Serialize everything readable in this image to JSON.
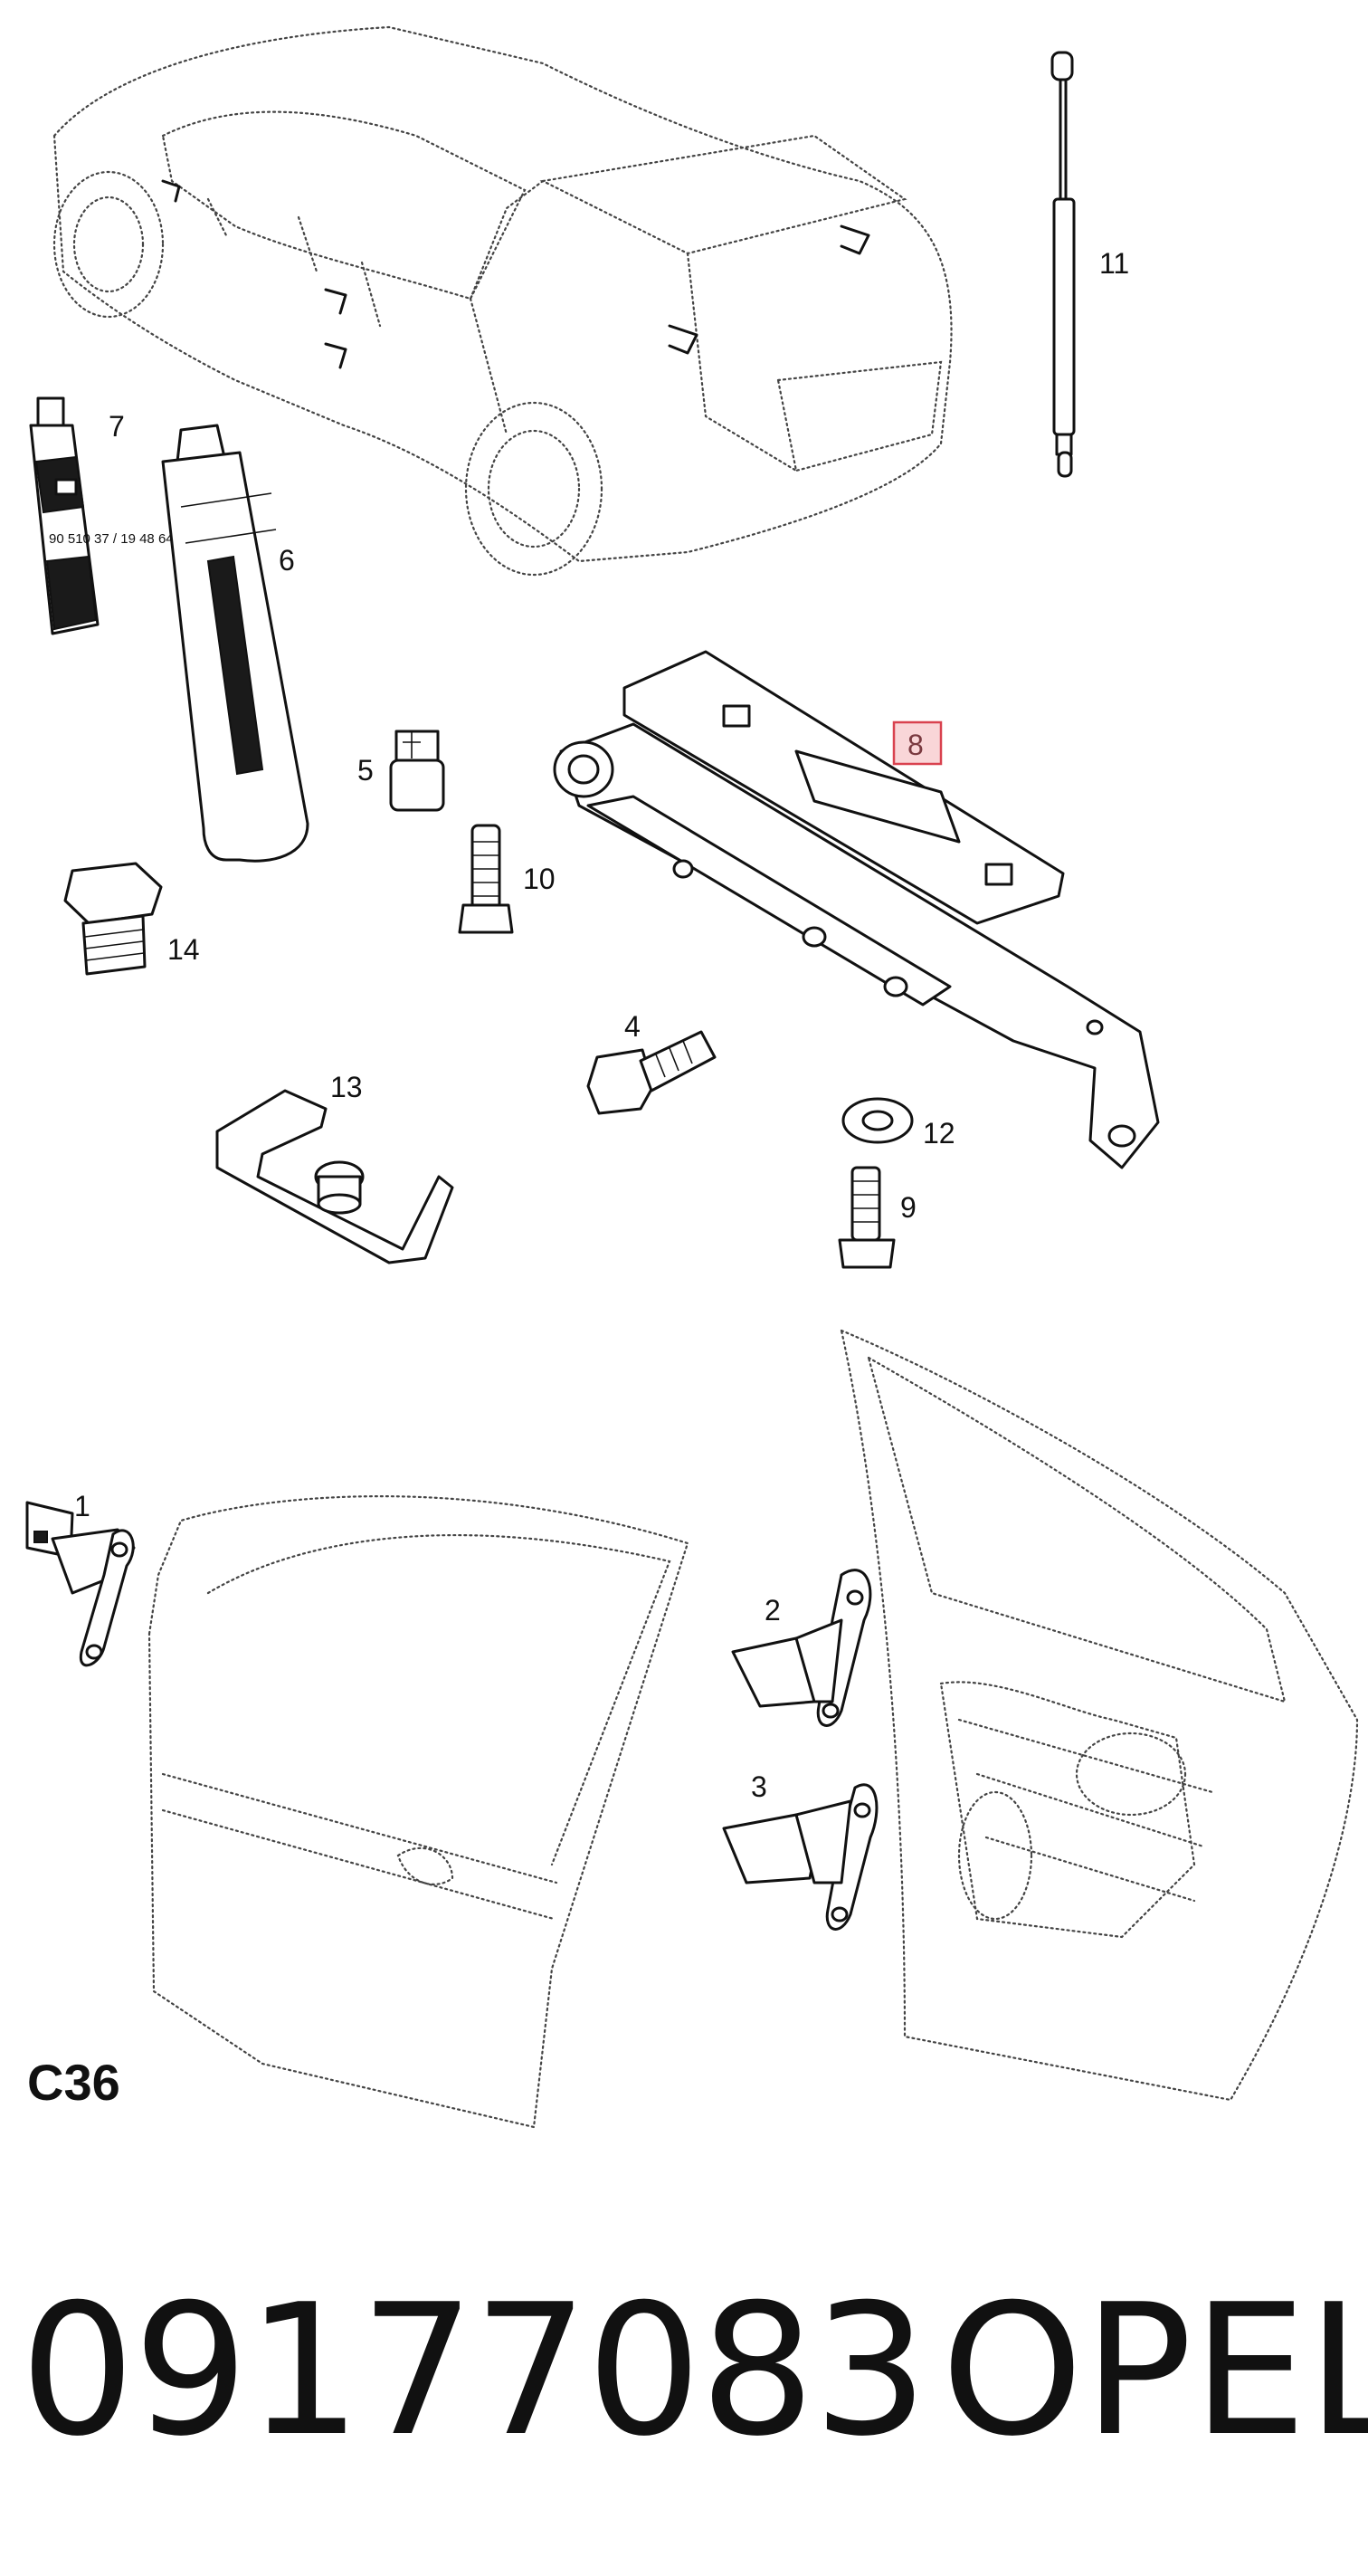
{
  "sheet_code": "C36",
  "part_number": "09177083",
  "brand": "OPEL",
  "highlighted_callout": "8",
  "callouts": [
    "1",
    "2",
    "3",
    "4",
    "5",
    "6",
    "7",
    "8",
    "9",
    "10",
    "11",
    "12",
    "13",
    "14"
  ],
  "tube_label": "90 510 37 / 19 48 64",
  "colors": {
    "highlight_fill": "#f9d6d8",
    "highlight_stroke": "#d9424f",
    "ink": "#111111"
  }
}
